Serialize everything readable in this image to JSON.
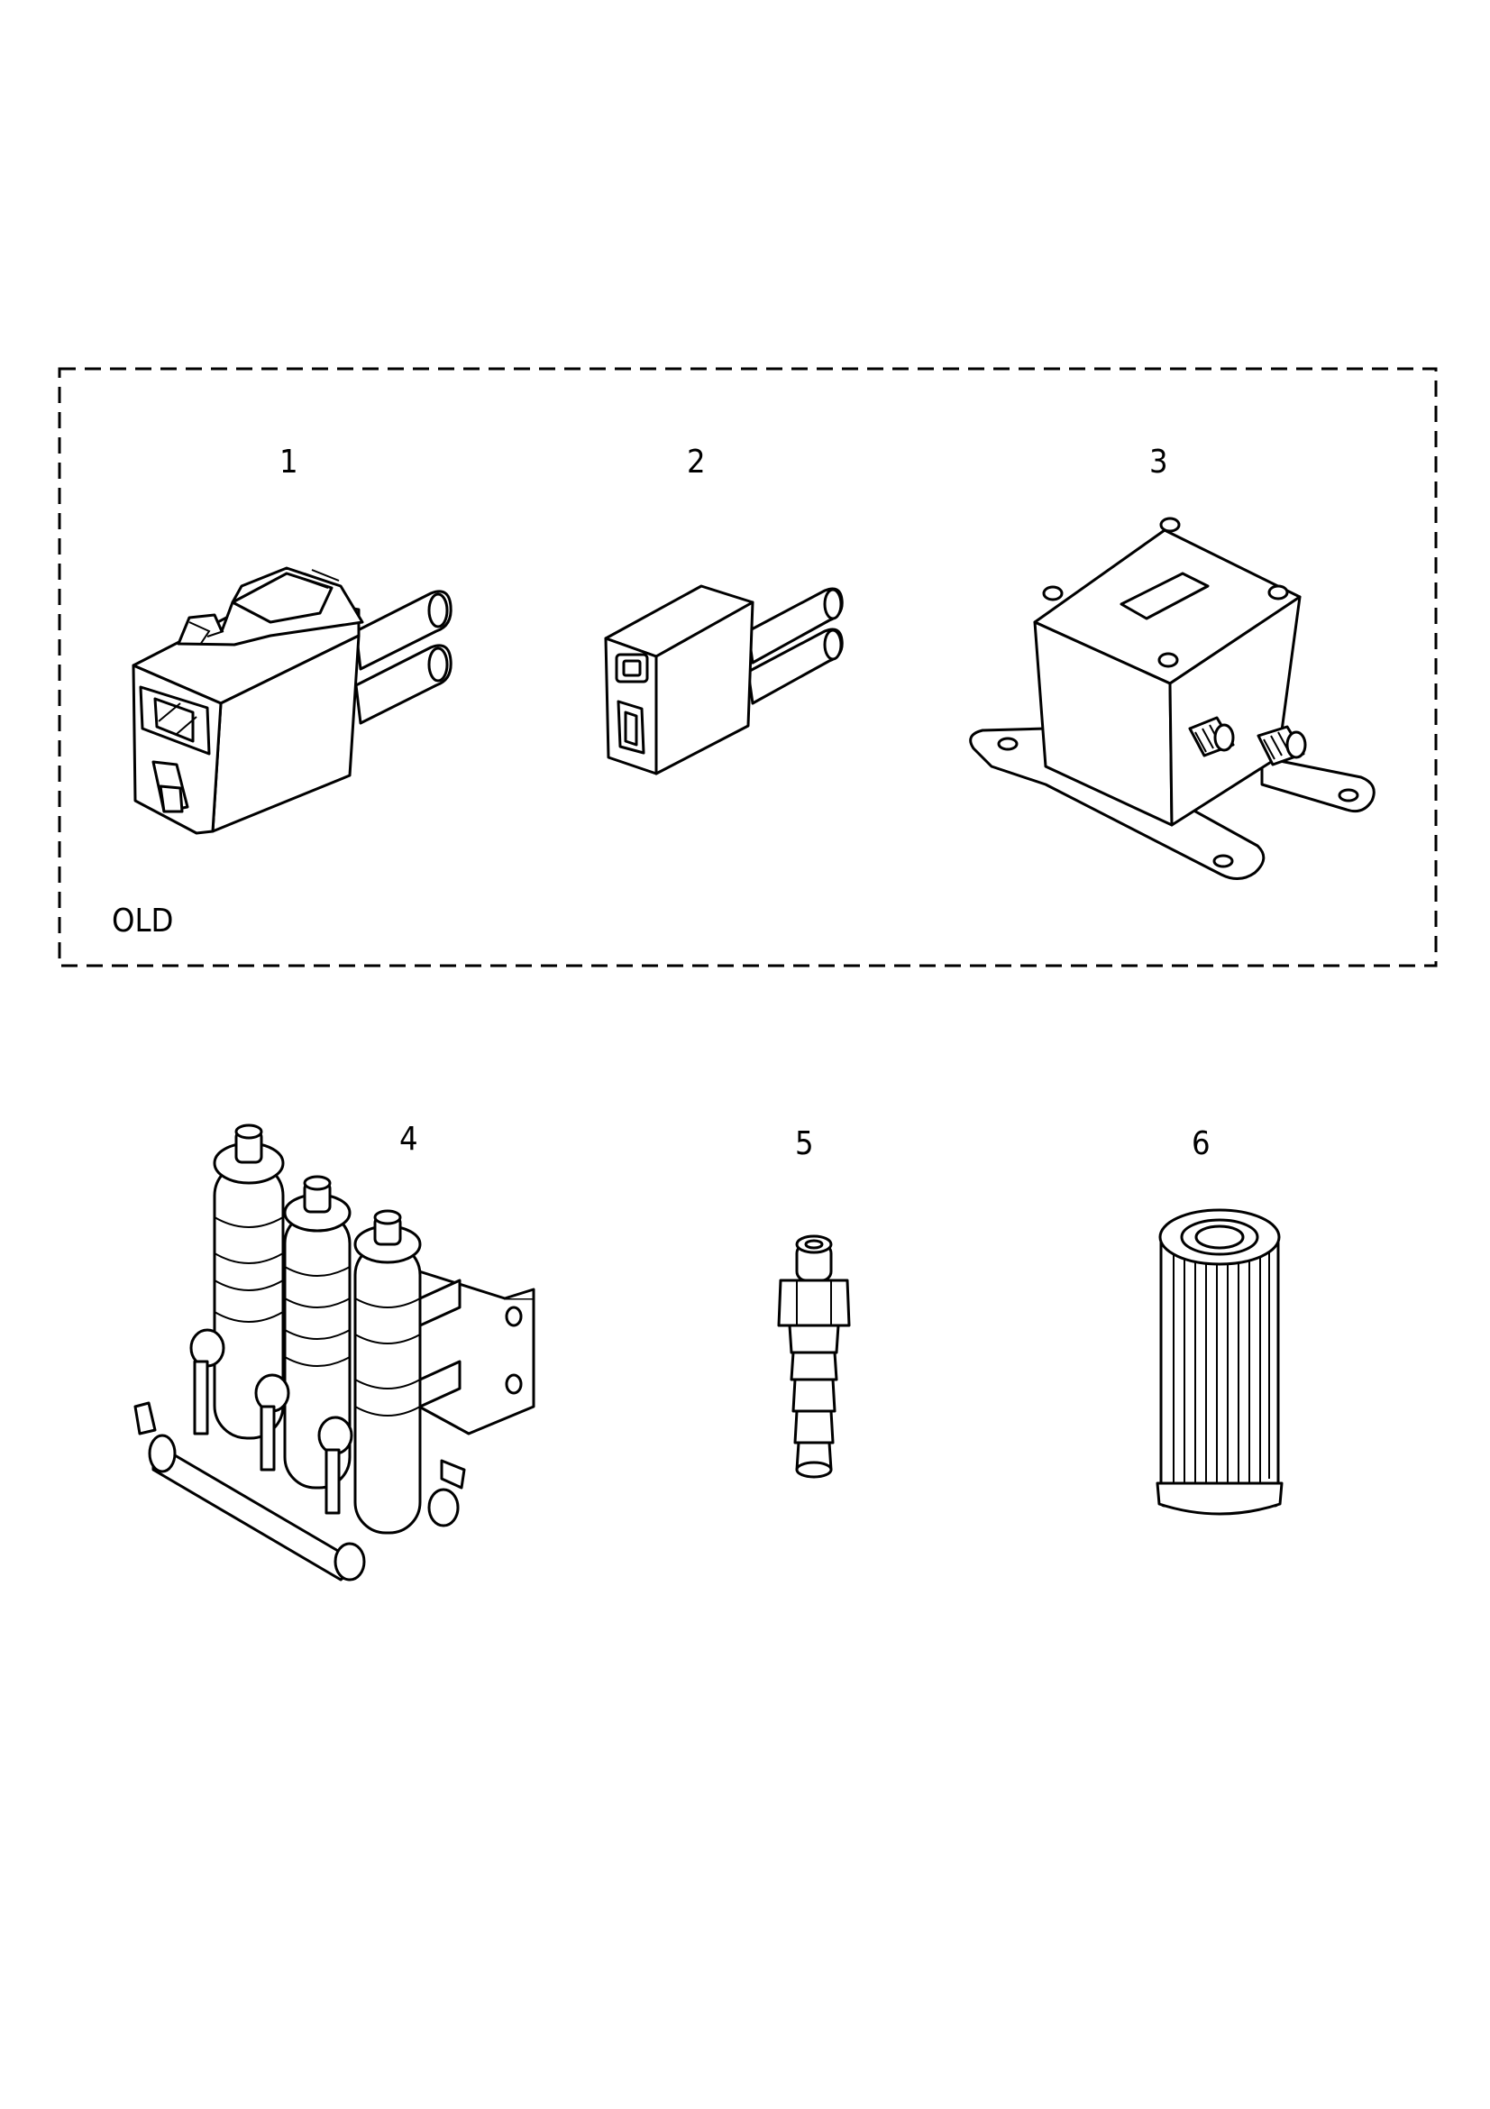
{
  "group_box": {
    "label": "OLD"
  },
  "parts": [
    {
      "number": "1",
      "icon": "connector-2pin-latch-icon"
    },
    {
      "number": "2",
      "icon": "connector-1pin-icon"
    },
    {
      "number": "3",
      "icon": "box-with-mounting-bracket-icon"
    },
    {
      "number": "4",
      "icon": "triple-cylinder-assembly-icon"
    },
    {
      "number": "5",
      "icon": "hose-fitting-icon"
    },
    {
      "number": "6",
      "icon": "cartridge-filter-icon"
    }
  ]
}
